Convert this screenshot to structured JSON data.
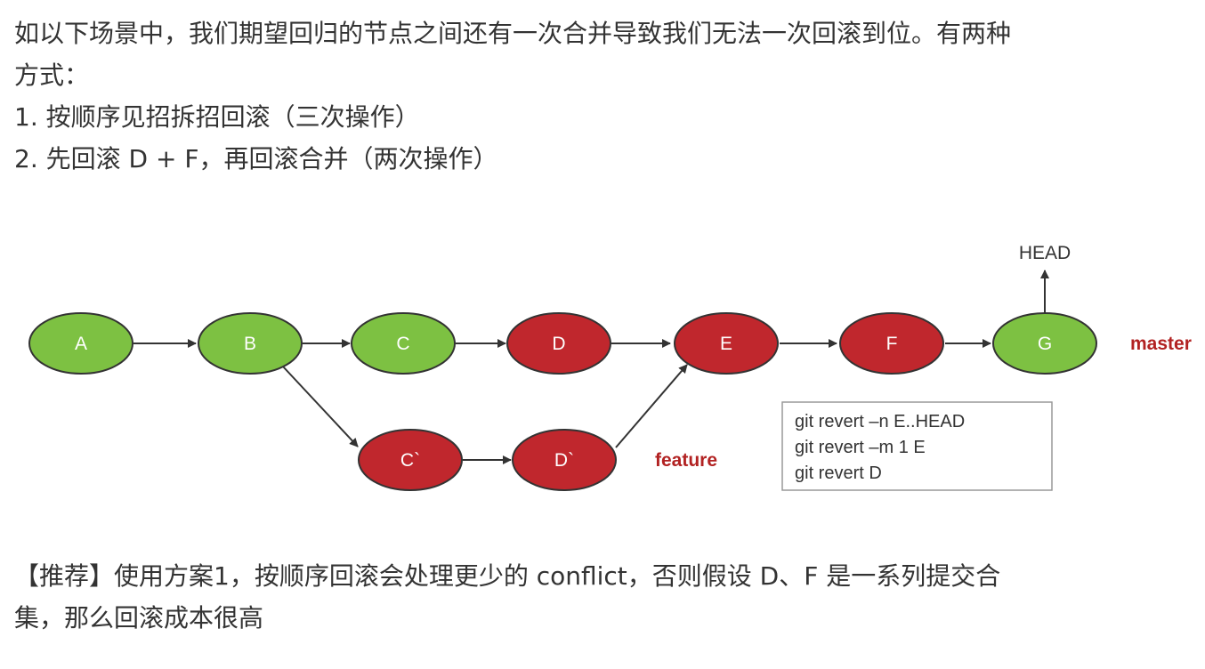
{
  "intro": {
    "line1": "如以下场景中，我们期望回归的节点之间还有一次合并导致我们无法一次回滚到位。有两种",
    "line2": "方式：",
    "line3": "1. 按顺序见招拆招回滚（三次操作）",
    "line4": "2. 先回滚 D + F，再回滚合并（两次操作）"
  },
  "diagram": {
    "nodes": {
      "A": "A",
      "B": "B",
      "C": "C",
      "D": "D",
      "E": "E",
      "F": "F",
      "G": "G",
      "C2": "C`",
      "D2": "D`"
    },
    "branches": {
      "master": "master",
      "feature": "feature"
    },
    "head": "HEAD",
    "commands": [
      "git revert –n E..HEAD",
      "git revert –m 1 E",
      "git revert D"
    ],
    "colors": {
      "green": "#7dc142",
      "red": "#c0272d",
      "label_red": "#b22222"
    }
  },
  "recommendation": {
    "line1": "【推荐】使用方案1，按顺序回滚会处理更少的 conflict，否则假设 D、F 是一系列提交合",
    "line2": "集，那么回滚成本很高"
  }
}
